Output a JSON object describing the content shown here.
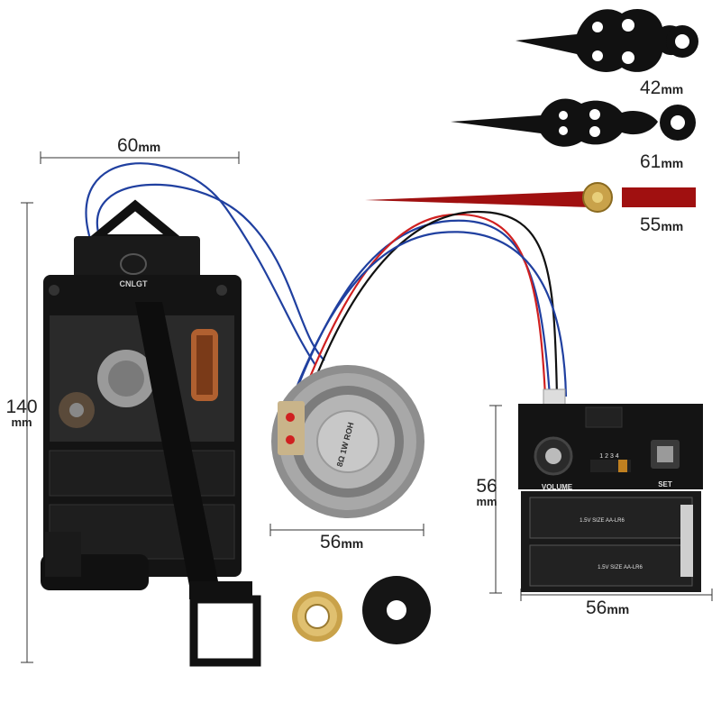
{
  "dimensions": {
    "hour_hand": {
      "value": "42",
      "unit": "mm"
    },
    "minute_hand": {
      "value": "61",
      "unit": "mm"
    },
    "second_hand": {
      "value": "55",
      "unit": "mm"
    },
    "movement_width": {
      "value": "60",
      "unit": "mm"
    },
    "movement_height": {
      "value": "140",
      "unit": "mm"
    },
    "speaker_width": {
      "value": "56",
      "unit": "mm"
    },
    "control_box_height": {
      "value": "56",
      "unit": "mm"
    },
    "control_box_width": {
      "value": "56",
      "unit": "mm"
    }
  },
  "markings": {
    "movement_logo": "CNLGT",
    "speaker_text": "8Ω 1W ROH",
    "volume_label": "VOLUME",
    "set_label": "SET",
    "switch_numbers": "1 2 3 4",
    "battery_label": "1.5V SIZE AA-LR6"
  },
  "colors": {
    "background": "#ffffff",
    "hands": "#111111",
    "second_hand": "#a01010",
    "wire_blue": "#2040a0",
    "wire_red": "#d02020",
    "wire_black": "#111111",
    "brass": "#c9a24a"
  }
}
